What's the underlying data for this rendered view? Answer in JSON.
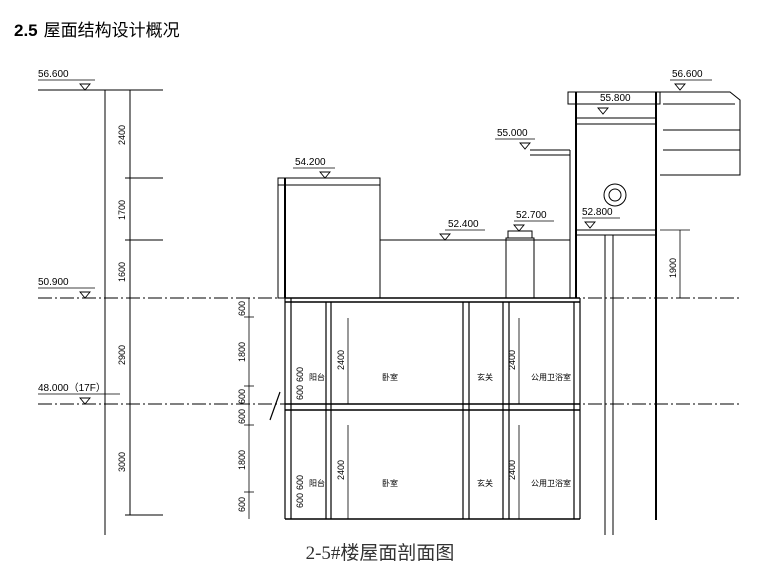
{
  "heading": {
    "number": "2.5",
    "title": "屋面结构设计概况"
  },
  "caption": "2-5#楼屋面剖面图",
  "elevations": {
    "e56600_left": "56.600",
    "e50900": "50.900",
    "e48000": "48.000（17F）",
    "e54200": "54.200",
    "e52400": "52.400",
    "e52700": "52.700",
    "e55000": "55.000",
    "e55800": "55.800",
    "e52800": "52.800",
    "e56600_right": "56.600"
  },
  "dimensions": {
    "d2400": "2400",
    "d1700": "1700",
    "d1600": "1600",
    "d2900": "2900",
    "d3000": "3000",
    "d1900": "1900",
    "s600a": "600",
    "s1800a": "1800",
    "s600b": "600",
    "s600c": "600",
    "s1800b": "1800",
    "s600d": "600",
    "r2400a": "2400",
    "r2400b": "2400",
    "r2400c": "2400",
    "r2400d": "2400",
    "w600a": "600",
    "w600b": "600",
    "w600c": "600",
    "w600d": "600"
  },
  "rooms": {
    "balcony_upper": "阳台",
    "bedroom_upper": "卧室",
    "hall_upper": "玄关",
    "bath_upper": "公用卫浴室",
    "balcony_lower": "阳台",
    "bedroom_lower": "卧室",
    "hall_lower": "玄关",
    "bath_lower": "公用卫浴室"
  }
}
